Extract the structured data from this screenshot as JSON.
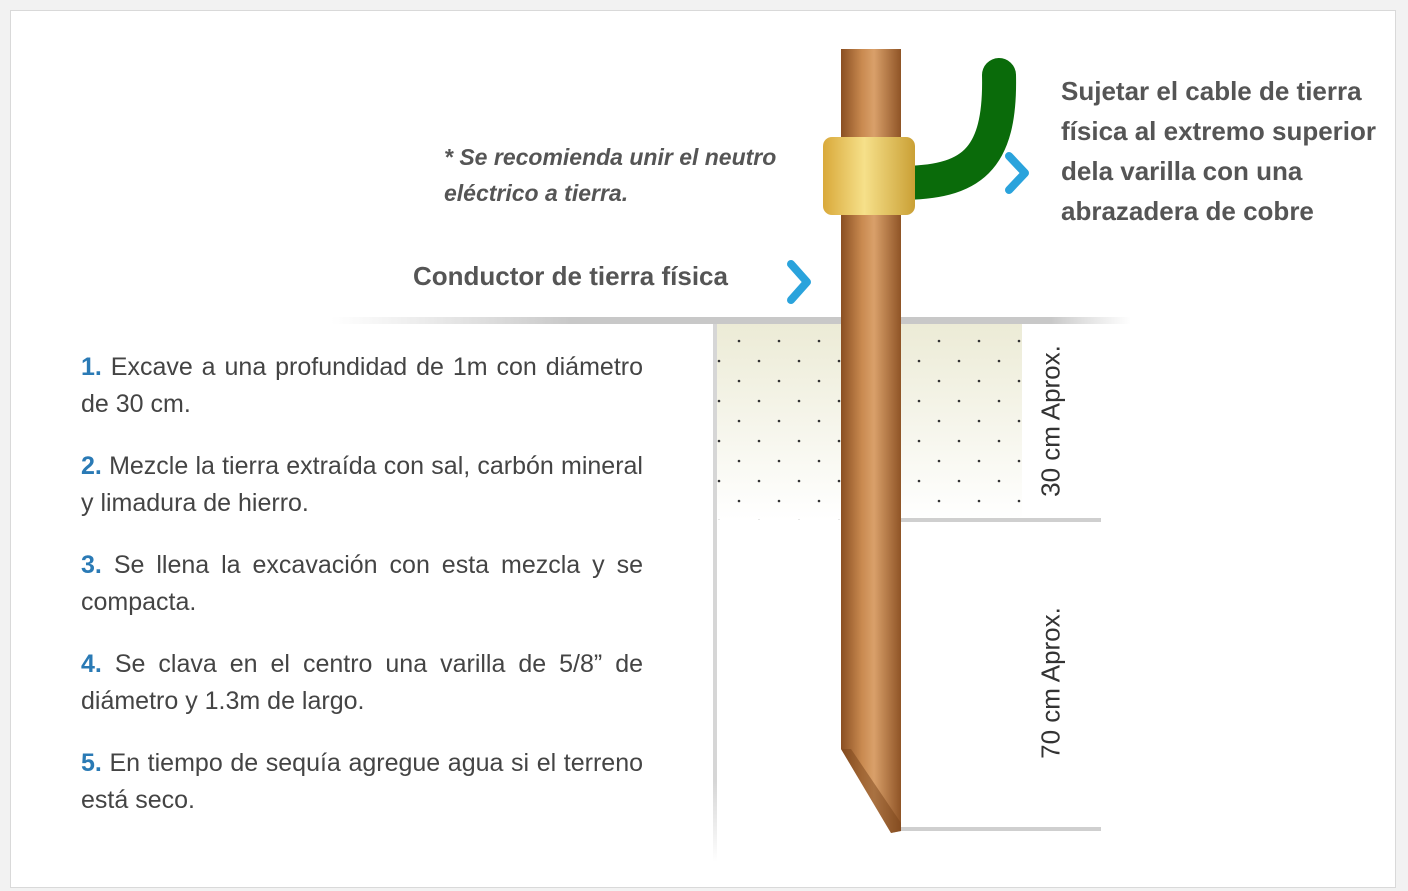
{
  "note": "* Se recomienda unir el neutro eléctrico a tierra.",
  "conductor_label": "Conductor de tierra física",
  "clamp_label": "Sujetar el cable de tierra física al extremo superior dela varilla con una abrazadera de cobre",
  "steps": [
    {
      "num": "1.",
      "text": "Excave a una profundidad de 1m con diámetro de 30 cm."
    },
    {
      "num": "2.",
      "text": "Mezcle la tierra extraída con sal, carbón mineral y limadura de hierro."
    },
    {
      "num": "3.",
      "text": "Se llena la excavación con esta mezcla y se compacta."
    },
    {
      "num": "4.",
      "text": "Se clava en el centro una varilla de 5/8” de diámetro y 1.3m de largo."
    },
    {
      "num": "5.",
      "text": "En tiempo de sequía agregue agua si el terreno está seco."
    }
  ],
  "dimension_top": "30 cm Aprox.",
  "dimension_bottom": "70 cm Aprox.",
  "colors": {
    "accent_arrow": "#2aa3dc",
    "step_number": "#2a7ab5",
    "cable": "#0a6b0a",
    "rod": "#b0723c",
    "clamp": "#e0b84a"
  }
}
